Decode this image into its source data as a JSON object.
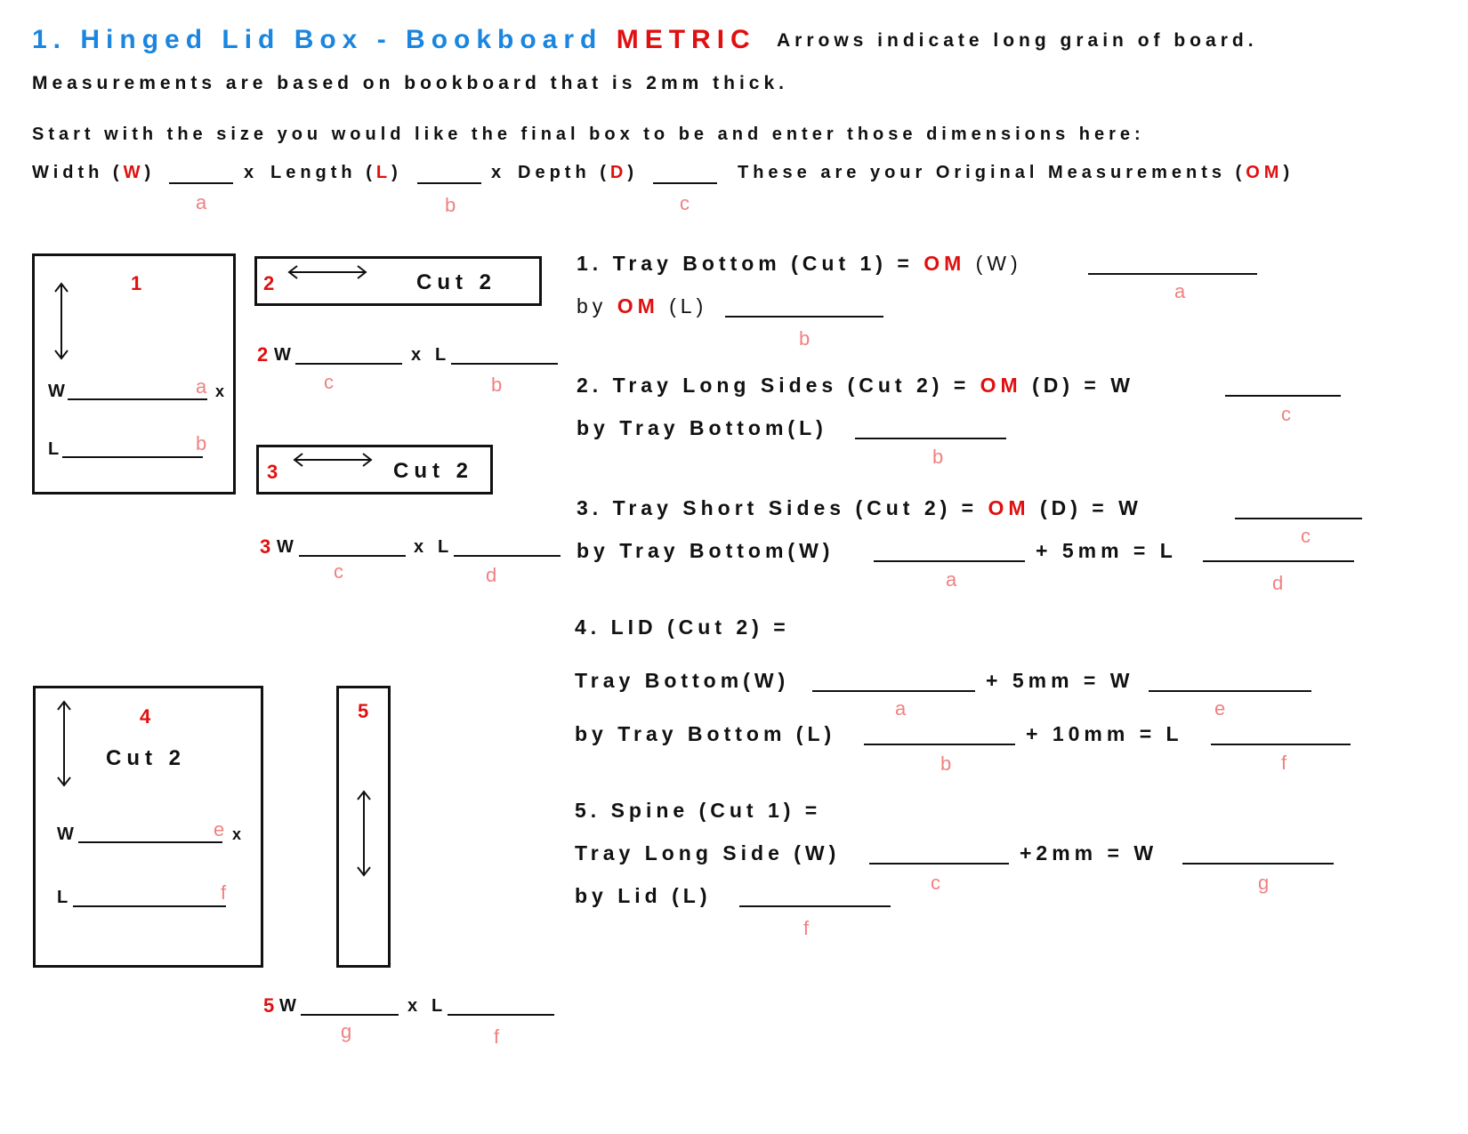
{
  "header": {
    "title_num": "1.",
    "title_main": "Hinged Lid Box - Bookboard",
    "title_metric": "METRIC",
    "title_note": "Arrows indicate long grain of board.",
    "line2": "Measurements are based on bookboard that is 2mm thick.",
    "line3": "Start with the size you would like the final box to be and enter those dimensions here:",
    "width_pre": "Width (",
    "width_letter": "W",
    "width_post": ")",
    "x1": "x",
    "length_pre": "Length (",
    "length_letter": "L",
    "length_post": ")",
    "x2": "x",
    "depth_pre": "Depth (",
    "depth_letter": "D",
    "depth_post": ")",
    "om_pre": "These are your Original Measurements (",
    "om_letter": "OM",
    "om_post": ")",
    "key_a": "a",
    "key_b": "b",
    "key_c": "c"
  },
  "pieces": {
    "p1": {
      "num": "1",
      "w": "W",
      "l": "L",
      "x": "x",
      "key_w": "a",
      "key_l": "b"
    },
    "p2": {
      "num": "2",
      "cut": "Cut 2",
      "num_label": "2",
      "w": "W",
      "x": "x",
      "l": "L",
      "key_w": "c",
      "key_l": "b"
    },
    "p3": {
      "num": "3",
      "cut": "Cut 2",
      "num_label": "3",
      "w": "W",
      "x": "x",
      "l": "L",
      "key_w": "c",
      "key_l": "d"
    },
    "p4": {
      "num": "4",
      "cut": "Cut 2",
      "w": "W",
      "l": "L",
      "x": "x",
      "key_w": "e",
      "key_l": "f"
    },
    "p5": {
      "num": "5",
      "num_label": "5",
      "w": "W",
      "x": "x",
      "l": "L",
      "key_w": "g",
      "key_l": "f"
    }
  },
  "steps": {
    "s1": {
      "line1_pre": "1. Tray Bottom (Cut 1) = ",
      "line1_om": "OM",
      "line1_post": " (W)",
      "key1": "a",
      "line2_pre": "by ",
      "line2_om": "OM",
      "line2_post": " (L)",
      "key2": "b"
    },
    "s2": {
      "line1_pre": "2. Tray Long Sides (Cut 2) = ",
      "line1_om": "OM",
      "line1_post": " (D) = W",
      "key1": "c",
      "line2": "by Tray Bottom(L)",
      "key2": "b"
    },
    "s3": {
      "line1_pre": "3. Tray Short Sides (Cut 2) = ",
      "line1_om": "OM",
      "line1_post": " (D) = W",
      "key1": "c",
      "line2_pre": "by Tray Bottom(W)",
      "line2_mid": "+ 5mm = L",
      "key2": "a",
      "key3": "d"
    },
    "s4": {
      "heading": "4. LID (Cut 2) =",
      "line1_pre": "Tray Bottom(W)",
      "line1_mid": "+ 5mm = W",
      "key1": "a",
      "key2": "e",
      "line2_pre": "by Tray Bottom (L)",
      "line2_mid": "+ 10mm = L",
      "key3": "b",
      "key4": "f"
    },
    "s5": {
      "heading": "5. Spine (Cut 1) =",
      "line1_pre": "Tray Long Side (W)",
      "line1_mid": "+2mm = W",
      "key1": "c",
      "key2": "g",
      "line2_pre": "by Lid (L)",
      "key3": "f"
    }
  }
}
